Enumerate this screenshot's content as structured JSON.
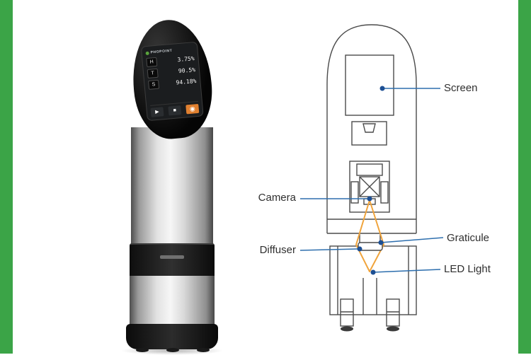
{
  "colors": {
    "green": "#3ba447",
    "leader": "#2e6fae",
    "dot": "#1d4f93",
    "light": "#f0a43c",
    "outline": "#4b4b4b"
  },
  "photo": {
    "brand": "PHOPOINT",
    "readings": [
      {
        "key": "H",
        "value": "3.75%"
      },
      {
        "key": "T",
        "value": "90.5%"
      },
      {
        "key": "S",
        "value": "94.18%"
      }
    ],
    "controls": {
      "play": "▶",
      "stop": "■",
      "target": "◉"
    }
  },
  "diagram": {
    "labels": {
      "screen": "Screen",
      "camera": "Camera",
      "graticule": "Graticule",
      "diffuser": "Diffuser",
      "led": "LED Light"
    }
  }
}
